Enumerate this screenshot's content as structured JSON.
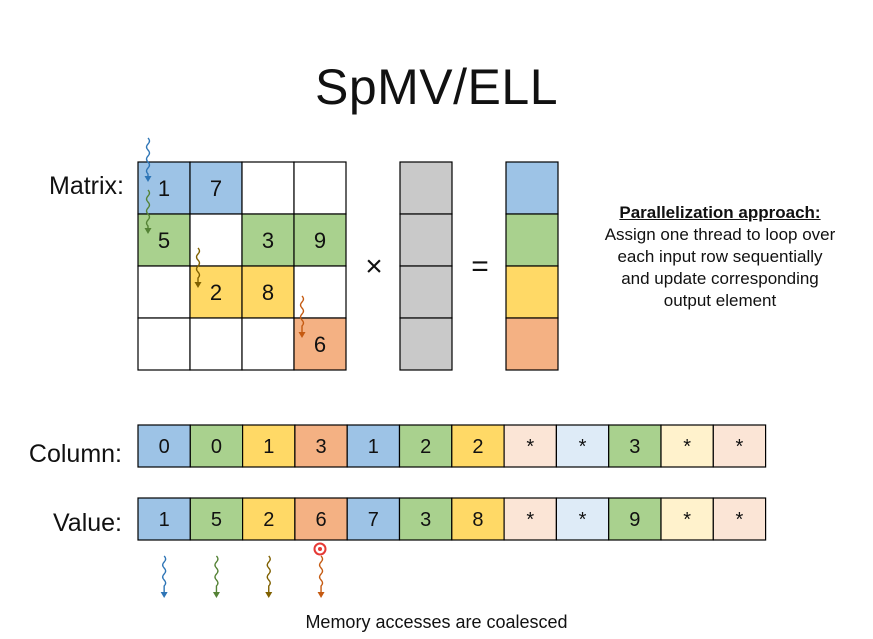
{
  "title": "SpMV/ELL",
  "labels": {
    "matrix": "Matrix:",
    "column": "Column:",
    "value": "Value:"
  },
  "operators": {
    "multiply": "×",
    "equals": "="
  },
  "approach": {
    "heading": "Parallelization approach:",
    "lines": [
      "Assign one thread to loop over",
      "each input row sequentially",
      "and update corresponding",
      "output element"
    ]
  },
  "footnote": "Memory accesses are coalesced",
  "colors": {
    "blue": "#9dc3e6",
    "green": "#a9d18e",
    "yellow": "#ffd966",
    "orange": "#f4b183",
    "gray": "#c9c9c9",
    "pale_blue": "#deebf7",
    "pale_green": "#e2f0d9",
    "pale_yellow": "#fff2cc",
    "pale_orange": "#fbe5d6",
    "white": "#ffffff",
    "thread_blue": "#2e75b6",
    "thread_green": "#548235",
    "thread_yellow": "#7f6000",
    "thread_orange": "#c55a11",
    "cursor_red": "#e53935"
  },
  "matrix": {
    "rows": [
      [
        {
          "v": "1",
          "c": "blue"
        },
        {
          "v": "7",
          "c": "blue"
        },
        {
          "v": "",
          "c": "white"
        },
        {
          "v": "",
          "c": "white"
        }
      ],
      [
        {
          "v": "5",
          "c": "green"
        },
        {
          "v": "",
          "c": "white"
        },
        {
          "v": "3",
          "c": "green"
        },
        {
          "v": "9",
          "c": "green"
        }
      ],
      [
        {
          "v": "",
          "c": "white"
        },
        {
          "v": "2",
          "c": "yellow"
        },
        {
          "v": "8",
          "c": "yellow"
        },
        {
          "v": "",
          "c": "white"
        }
      ],
      [
        {
          "v": "",
          "c": "white"
        },
        {
          "v": "",
          "c": "white"
        },
        {
          "v": "",
          "c": "white"
        },
        {
          "v": "6",
          "c": "orange"
        }
      ]
    ]
  },
  "input_vector": [
    "gray",
    "gray",
    "gray",
    "gray"
  ],
  "output_vector": [
    "blue",
    "green",
    "yellow",
    "orange"
  ],
  "column_array": [
    {
      "v": "0",
      "c": "blue"
    },
    {
      "v": "0",
      "c": "green"
    },
    {
      "v": "1",
      "c": "yellow"
    },
    {
      "v": "3",
      "c": "orange"
    },
    {
      "v": "1",
      "c": "blue"
    },
    {
      "v": "2",
      "c": "green"
    },
    {
      "v": "2",
      "c": "yellow"
    },
    {
      "v": "*",
      "c": "pale_orange"
    },
    {
      "v": "*",
      "c": "pale_blue"
    },
    {
      "v": "3",
      "c": "green"
    },
    {
      "v": "*",
      "c": "pale_yellow"
    },
    {
      "v": "*",
      "c": "pale_orange"
    }
  ],
  "value_array": [
    {
      "v": "1",
      "c": "blue"
    },
    {
      "v": "5",
      "c": "green"
    },
    {
      "v": "2",
      "c": "yellow"
    },
    {
      "v": "6",
      "c": "orange"
    },
    {
      "v": "7",
      "c": "blue"
    },
    {
      "v": "3",
      "c": "green"
    },
    {
      "v": "8",
      "c": "yellow"
    },
    {
      "v": "*",
      "c": "pale_orange"
    },
    {
      "v": "*",
      "c": "pale_blue"
    },
    {
      "v": "9",
      "c": "green"
    },
    {
      "v": "*",
      "c": "pale_yellow"
    },
    {
      "v": "*",
      "c": "pale_orange"
    }
  ],
  "matrix_threads": [
    "thread_blue",
    "thread_green",
    "thread_yellow",
    "thread_orange"
  ],
  "array_threads": [
    "thread_blue",
    "thread_green",
    "thread_yellow",
    "thread_orange"
  ]
}
